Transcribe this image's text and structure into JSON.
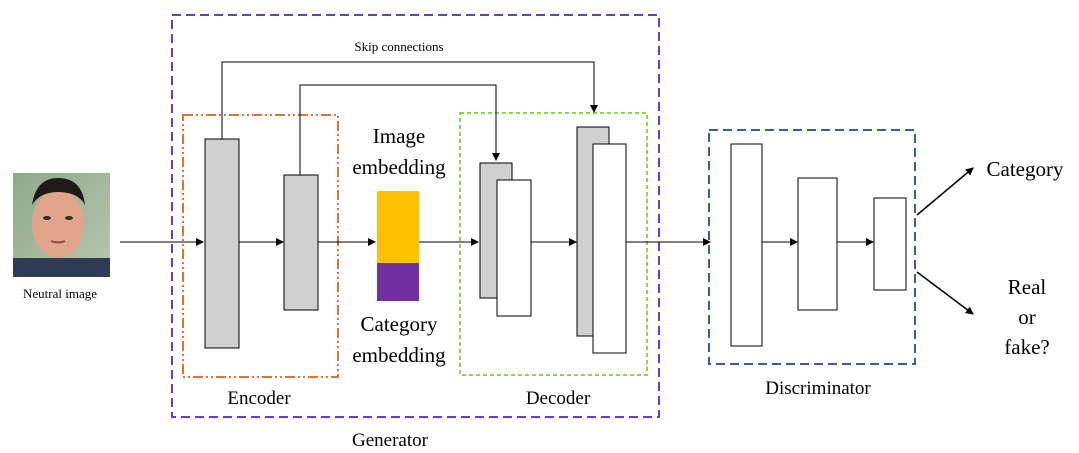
{
  "labels": {
    "neutral_image": "Neutral image",
    "skip_connections": "Skip connections",
    "image_embedding_line1": "Image",
    "image_embedding_line2": "embedding",
    "category_embedding_line1": "Category",
    "category_embedding_line2": "embedding",
    "encoder": "Encoder",
    "decoder": "Decoder",
    "generator": "Generator",
    "discriminator": "Discriminator",
    "output_category": "Category",
    "output_real_line1": "Real",
    "output_real_line2": "or",
    "output_real_line3": "fake?"
  },
  "colors": {
    "generator_border": "#5b3fd6",
    "encoder_border": "#d9743b",
    "decoder_border": "#92d050",
    "discriminator_border": "#3d5f8f",
    "encoder_layer_fill": "#d0d0d0",
    "image_embedding_fill": "#ffc000",
    "category_embedding_fill": "#7030a0"
  },
  "icons": {
    "input_photo": "face-photo-icon"
  }
}
